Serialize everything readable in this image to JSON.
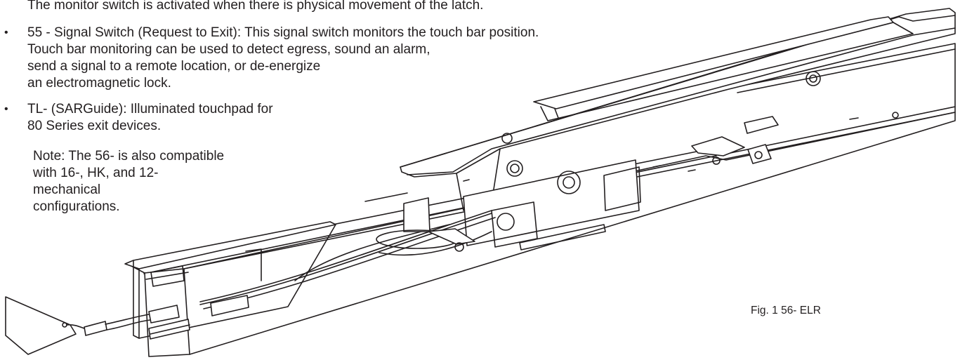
{
  "intro_line": "The monitor switch is activated when there is physical movement of the latch.",
  "bullets": [
    {
      "marker": "•",
      "lines": [
        "55 - Signal Switch (Request to Exit): This signal switch monitors the touch bar position.",
        "Touch bar monitoring can be used to detect egress, sound an alarm,",
        "send a signal to a remote location, or de-energize",
        "an electromagnetic lock."
      ]
    },
    {
      "marker": "•",
      "lines": [
        "TL- (SARGuide): Illuminated touchpad for",
        "80 Series exit devices."
      ]
    }
  ],
  "note_lines": [
    "Note: The 56- is also compatible",
    "with 16-, HK, and 12-",
    "mechanical",
    "configurations."
  ],
  "figure_caption": "Fig. 1  56- ELR"
}
